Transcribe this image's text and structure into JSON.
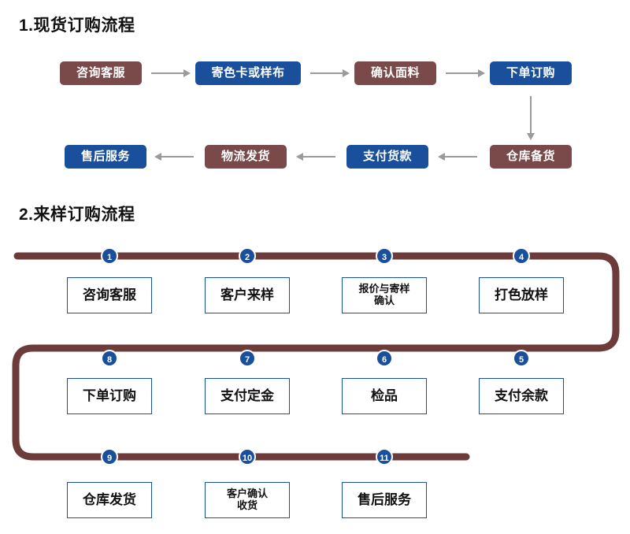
{
  "colors": {
    "maroon": "#7a4a4a",
    "blue": "#1a4f9c",
    "arrow_gray": "#9a9a9a",
    "path_maroon": "#6e3b3b",
    "node_border": "#1a4f9c"
  },
  "sections": {
    "one": {
      "title": "1.现货订购流程",
      "row1": [
        {
          "label": "咨询客服",
          "color": "maroon"
        },
        {
          "label": "寄色卡或样布",
          "color": "blue"
        },
        {
          "label": "确认面料",
          "color": "maroon"
        },
        {
          "label": "下单订购",
          "color": "blue"
        }
      ],
      "row2": [
        {
          "label": "售后服务",
          "color": "blue"
        },
        {
          "label": "物流发货",
          "color": "maroon"
        },
        {
          "label": "支付货款",
          "color": "blue"
        },
        {
          "label": "仓库备货",
          "color": "maroon"
        }
      ]
    },
    "two": {
      "title": "2.来样订购流程",
      "steps": [
        {
          "num": "1",
          "label": "咨询客服",
          "size": "big"
        },
        {
          "num": "2",
          "label": "客户来样",
          "size": "big"
        },
        {
          "num": "3",
          "label": "报价与寄样\n确认",
          "size": "small"
        },
        {
          "num": "4",
          "label": "打色放样",
          "size": "big"
        },
        {
          "num": "5",
          "label": "支付余款",
          "size": "big"
        },
        {
          "num": "6",
          "label": "检品",
          "size": "big"
        },
        {
          "num": "7",
          "label": "支付定金",
          "size": "big"
        },
        {
          "num": "8",
          "label": "下单订购",
          "size": "big"
        },
        {
          "num": "9",
          "label": "仓库发货",
          "size": "big"
        },
        {
          "num": "10",
          "label": "客户确认\n收货",
          "size": "small"
        },
        {
          "num": "11",
          "label": "售后服务",
          "size": "big"
        }
      ]
    }
  }
}
